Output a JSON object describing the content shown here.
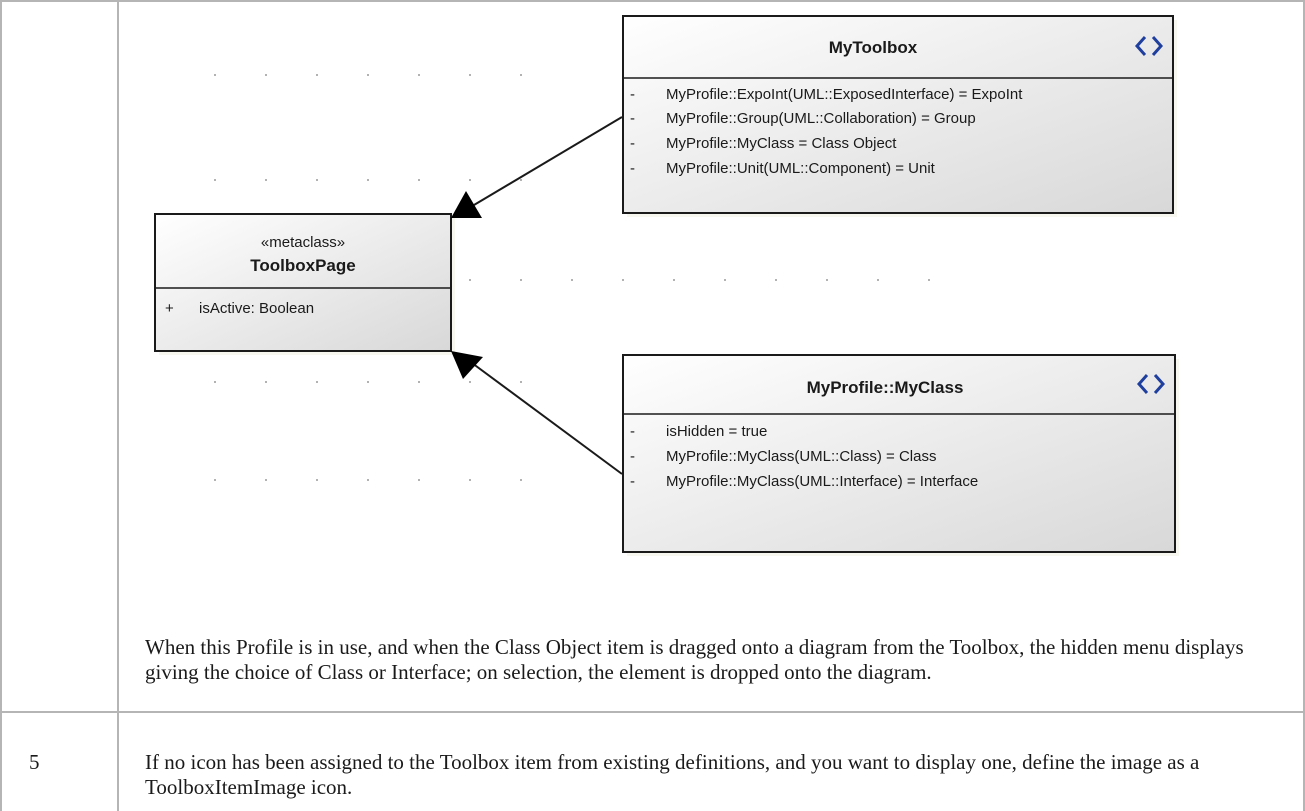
{
  "diagram": {
    "toolbox": {
      "title": "MyToolbox",
      "attributes": [
        {
          "vis": "-",
          "text": "MyProfile::ExpoInt(UML::ExposedInterface) = ExpoInt"
        },
        {
          "vis": "-",
          "text": "MyProfile::Group(UML::Collaboration) = Group"
        },
        {
          "vis": "-",
          "text": "MyProfile::MyClass = Class Object"
        },
        {
          "vis": "-",
          "text": "MyProfile::Unit(UML::Component) = Unit"
        }
      ]
    },
    "toolbox_page": {
      "stereotype": "«metaclass»",
      "title": "ToolboxPage",
      "attributes": [
        {
          "vis": "+",
          "text": "isActive: Boolean"
        }
      ]
    },
    "myclass": {
      "title": "MyProfile::MyClass",
      "attributes": [
        {
          "vis": "-",
          "text": "isHidden = true"
        },
        {
          "vis": "-",
          "text": "MyProfile::MyClass(UML::Class) = Class"
        },
        {
          "vis": "-",
          "text": "MyProfile::MyClass(UML::Interface) = Interface"
        }
      ]
    }
  },
  "row4": {
    "description": "When this Profile is in use, and when the Class Object item is dragged onto a diagram from the Toolbox, the hidden menu displays giving the choice of Class or Interface; on selection, the element is dropped onto the diagram."
  },
  "row5": {
    "step": "5",
    "description": "If no icon has been assigned to the Toolbox item from existing definitions, and you want to display one, define the image as a ToolboxItemImage icon."
  }
}
